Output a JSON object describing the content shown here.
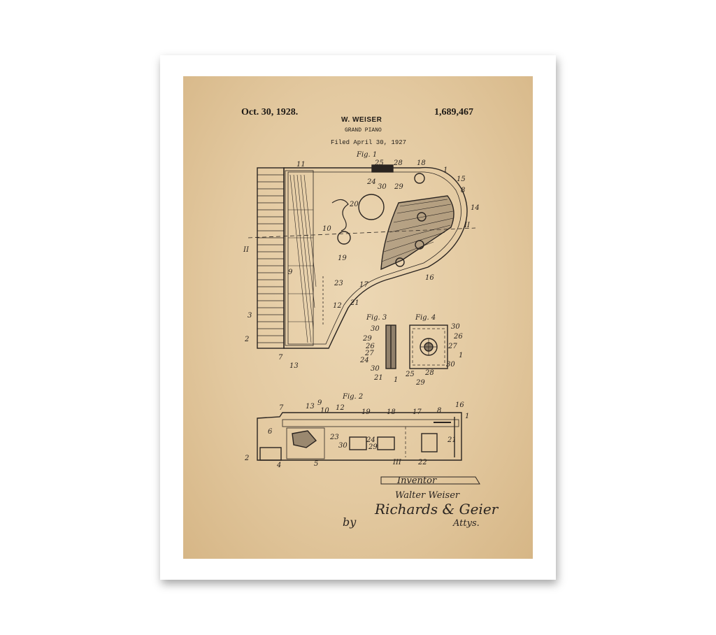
{
  "patent": {
    "date": "Oct. 30, 1928.",
    "inventor_header": "W. WEISER",
    "title": "GRAND PIANO",
    "filed": "Filed April 30, 1927",
    "number": "1,689,467"
  },
  "figures": {
    "fig1": "Fig. 1",
    "fig2": "Fig. 2",
    "fig3": "Fig. 3",
    "fig4": "Fig. 4"
  },
  "signature": {
    "inventor_label": "Inventor",
    "inventor_name": "Walter Weiser",
    "attorney_sig": "Richards & Geier",
    "attorneys_label": "Attys.",
    "by": "by"
  },
  "reference_numerals": [
    "1",
    "2",
    "3",
    "4",
    "5",
    "6",
    "7",
    "8",
    "9",
    "10",
    "11",
    "12",
    "13",
    "14",
    "15",
    "16",
    "17",
    "18",
    "19",
    "20",
    "21",
    "22",
    "23",
    "24",
    "25",
    "26",
    "27",
    "28",
    "29",
    "30",
    "II",
    "III"
  ]
}
